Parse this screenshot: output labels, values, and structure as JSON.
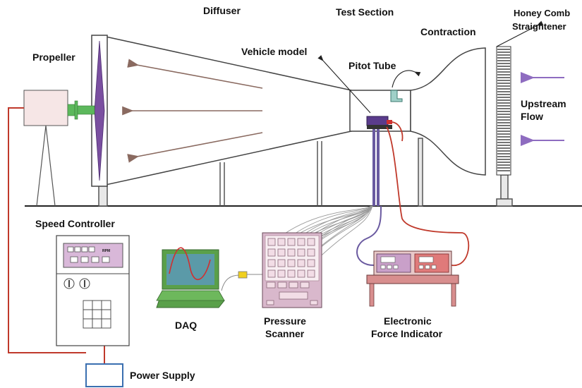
{
  "labels": {
    "diffuser": "Diffuser",
    "test_section": "Test Section",
    "honeycomb_line1": "Honey Comb",
    "honeycomb_line2": "Straightener",
    "contraction": "Contraction",
    "propeller": "Propeller",
    "vehicle_model": "Vehicle model",
    "pitot_tube": "Pitot Tube",
    "upstream_line1": "Upstream",
    "upstream_line2": "Flow",
    "speed_controller": "Speed Controller",
    "daq": "DAQ",
    "pressure_scanner_line1": "Pressure",
    "pressure_scanner_line2": "Scanner",
    "force_indicator_line1": "Electronic",
    "force_indicator_line2": "Force Indicator",
    "power_supply": "Power Supply",
    "rpm": "RPM"
  },
  "colors": {
    "propeller": "#7a4fa0",
    "shaft": "#5cb85c",
    "power_wire": "#c0392b",
    "upstream_arrow": "#8e6cc0",
    "diffuser_arrow": "#8a6a60",
    "scanner_body": "#d9b8cc",
    "scanner_keys": "#f2dde6",
    "daq_frame": "#5aa04a",
    "daq_screen": "#5b9aa8",
    "force_body": "#d88e8e",
    "force_left_panel": "#c9a0c9",
    "force_right_panel": "#e07a7a",
    "speed_display": "#d9b8d9",
    "power_supply_border": "#3a6fb0"
  }
}
